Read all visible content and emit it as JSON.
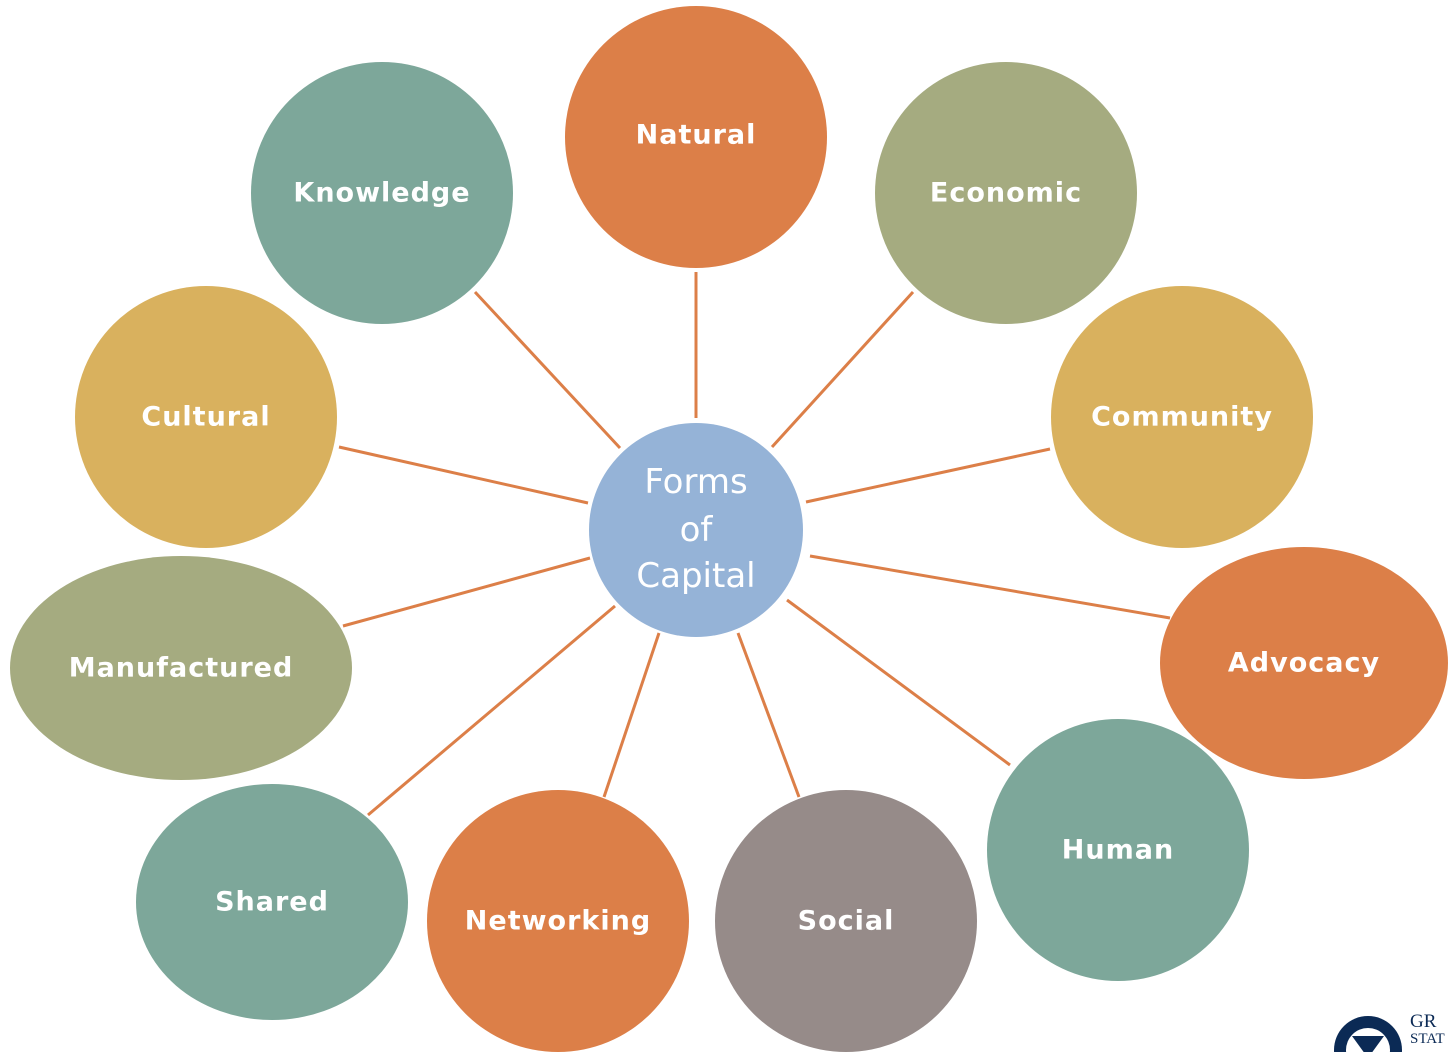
{
  "diagram": {
    "center": {
      "label_lines": [
        "Forms",
        "of",
        "Capital"
      ],
      "color": "#95b3d7"
    },
    "edge_color": "#dc7f48",
    "nodes": [
      {
        "id": "natural",
        "label": "Natural",
        "color": "#dc7f48"
      },
      {
        "id": "economic",
        "label": "Economic",
        "color": "#a5ab80"
      },
      {
        "id": "community",
        "label": "Community",
        "color": "#d9b15e"
      },
      {
        "id": "advocacy",
        "label": "Advocacy",
        "color": "#dc7f48"
      },
      {
        "id": "human",
        "label": "Human",
        "color": "#7da79a"
      },
      {
        "id": "social",
        "label": "Social",
        "color": "#968b89"
      },
      {
        "id": "networking",
        "label": "Networking",
        "color": "#dc7f48"
      },
      {
        "id": "shared",
        "label": "Shared",
        "color": "#7da79a"
      },
      {
        "id": "manufactured",
        "label": "Manufactured",
        "color": "#a5ab80"
      },
      {
        "id": "cultural",
        "label": "Cultural",
        "color": "#d9b15e"
      },
      {
        "id": "knowledge",
        "label": "Knowledge",
        "color": "#7da79a"
      }
    ]
  },
  "logo": {
    "line1": "GR",
    "line2": "STAT",
    "color": "#0b2a55"
  }
}
